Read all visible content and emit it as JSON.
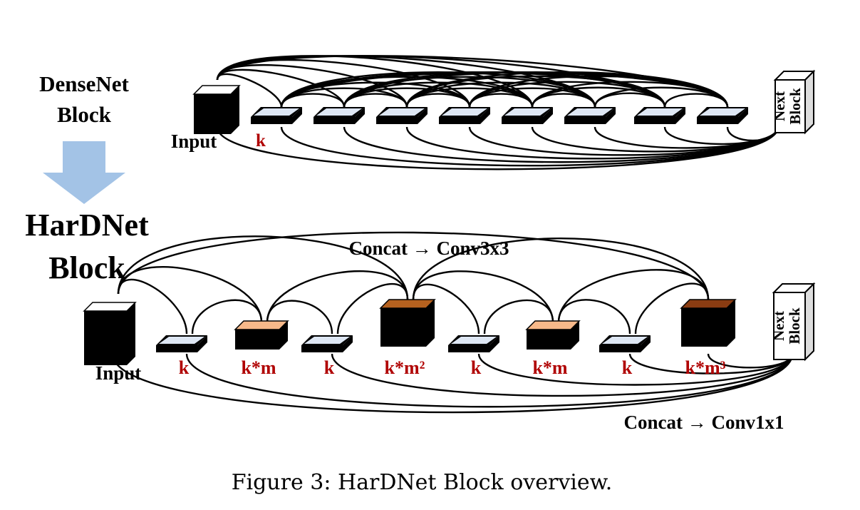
{
  "dense": {
    "title_line1": "DenseNet",
    "title_line2": "Block",
    "input_label": "Input",
    "layer_label": "k",
    "next_label_line1": "Next",
    "next_label_line2": "Block",
    "layer_count": 8
  },
  "hard": {
    "title_line1": "HarDNet",
    "title_line2": "Block",
    "input_label": "Input",
    "concat3_label": "Concat → Conv3x3",
    "concat1_label": "Concat → Conv1x1",
    "next_label_line1": "Next",
    "next_label_line2": "Block",
    "layers": [
      {
        "label": "k",
        "size": "thin",
        "top_color": "#dde6f3"
      },
      {
        "label": "k*m",
        "size": "mid",
        "top_color": "#f7b98a"
      },
      {
        "label": "k",
        "size": "thin",
        "top_color": "#dde6f3"
      },
      {
        "label": "k*m²",
        "size": "big",
        "top_color": "#b5611f"
      },
      {
        "label": "k",
        "size": "thin",
        "top_color": "#dde6f3"
      },
      {
        "label": "k*m",
        "size": "mid",
        "top_color": "#f7b98a"
      },
      {
        "label": "k",
        "size": "thin",
        "top_color": "#dde6f3"
      },
      {
        "label": "k*m³",
        "size": "big",
        "top_color": "#8a3c12"
      }
    ]
  },
  "colors": {
    "arrow": "#a3c3e6",
    "label_red": "#b00000",
    "block_front": "#000000",
    "block_top": "#ffffff"
  },
  "caption": "Figure 3: HarDNet Block overview."
}
